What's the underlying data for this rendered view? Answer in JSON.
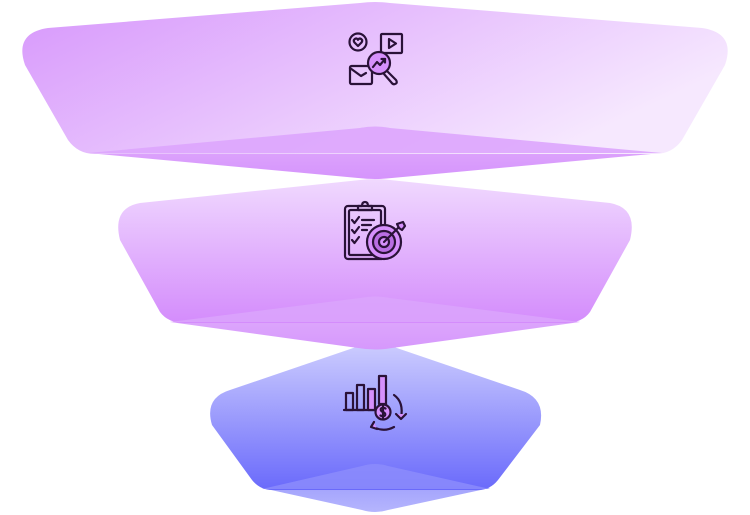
{
  "diagram": {
    "type": "funnel",
    "stage_count": 3,
    "stages": [
      {
        "id": "stage-1",
        "icon": "marketing-analytics-icon",
        "icon_description": "heart badge, play/video box, envelope, magnifier with trending-up arrow",
        "colors": {
          "gradient_start": "#d797fc",
          "gradient_end": "#f5e6fd",
          "fold": "#d99cfc"
        }
      },
      {
        "id": "stage-2",
        "icon": "checklist-target-icon",
        "icon_description": "clipboard with checkmarks and a dart target",
        "colors": {
          "gradient_start": "#eed5fd",
          "gradient_end": "#d690fc",
          "fold": "#dca2fc"
        }
      },
      {
        "id": "stage-3",
        "icon": "revenue-growth-icon",
        "icon_description": "bar chart with dollar coin and circular arrows",
        "colors": {
          "gradient_start": "#c8c8fd",
          "gradient_end": "#6b6bfb",
          "fold": "#a5a5fc"
        }
      }
    ],
    "icon_stroke_color": "#2a1238",
    "icon_accent_color": "#d690fc",
    "background": "#ffffff"
  }
}
